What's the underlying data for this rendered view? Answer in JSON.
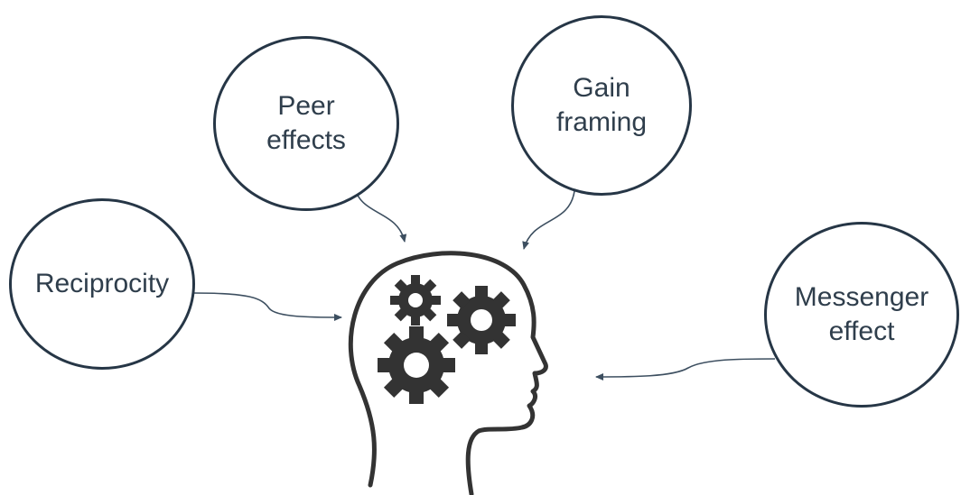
{
  "diagram": {
    "nodes": [
      {
        "id": "peer-effects",
        "lines": [
          "Peer",
          "effects"
        ]
      },
      {
        "id": "gain-framing",
        "lines": [
          "Gain",
          "framing"
        ]
      },
      {
        "id": "reciprocity",
        "lines": [
          "Reciprocity"
        ]
      },
      {
        "id": "messenger-effect",
        "lines": [
          "Messenger",
          "effect"
        ]
      }
    ],
    "center_icon": "head-with-gears-icon",
    "colors": {
      "stroke": "#263646",
      "text": "#2f3e4c",
      "icon": "#333333",
      "arrow": "#3d4f60"
    }
  }
}
